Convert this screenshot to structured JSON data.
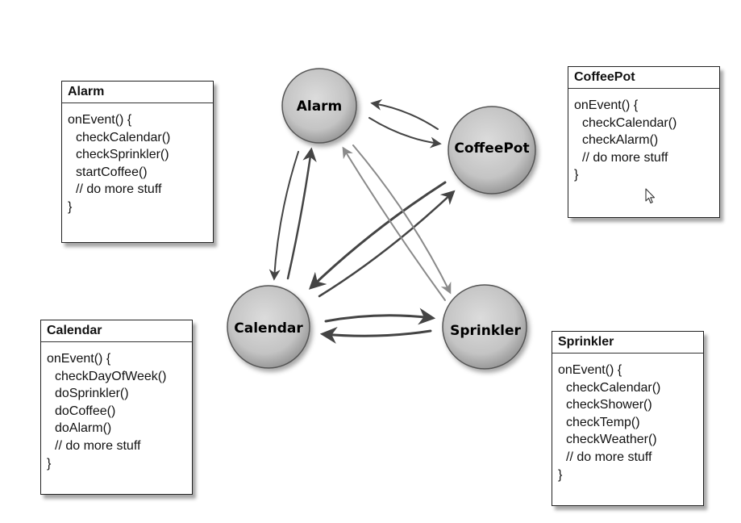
{
  "nodes": {
    "alarm": "Alarm",
    "coffeepot": "CoffeePot",
    "calendar": "Calendar",
    "sprinkler": "Sprinkler"
  },
  "cards": {
    "alarm": {
      "title": "Alarm",
      "lines": [
        "onEvent() {",
        "checkCalendar()",
        "checkSprinkler()",
        "startCoffee()",
        "// do more stuff",
        "}"
      ]
    },
    "coffeepot": {
      "title": "CoffeePot",
      "lines": [
        "onEvent() {",
        "checkCalendar()",
        "checkAlarm()",
        "// do more stuff",
        "}"
      ]
    },
    "calendar": {
      "title": "Calendar",
      "lines": [
        "onEvent() {",
        "checkDayOfWeek()",
        "doSprinkler()",
        "doCoffee()",
        "doAlarm()",
        "// do more stuff",
        "}"
      ]
    },
    "sprinkler": {
      "title": "Sprinkler",
      "lines": [
        "onEvent() {",
        "checkCalendar()",
        "checkShower()",
        "checkTemp()",
        "checkWeather()",
        "// do more stuff",
        "}"
      ]
    }
  },
  "colors": {
    "node_fill": "#c8c8c8",
    "arrow_dark": "#444444",
    "arrow_light": "#8a8a8a"
  },
  "icons": {
    "cursor": "mouse-pointer-icon"
  }
}
